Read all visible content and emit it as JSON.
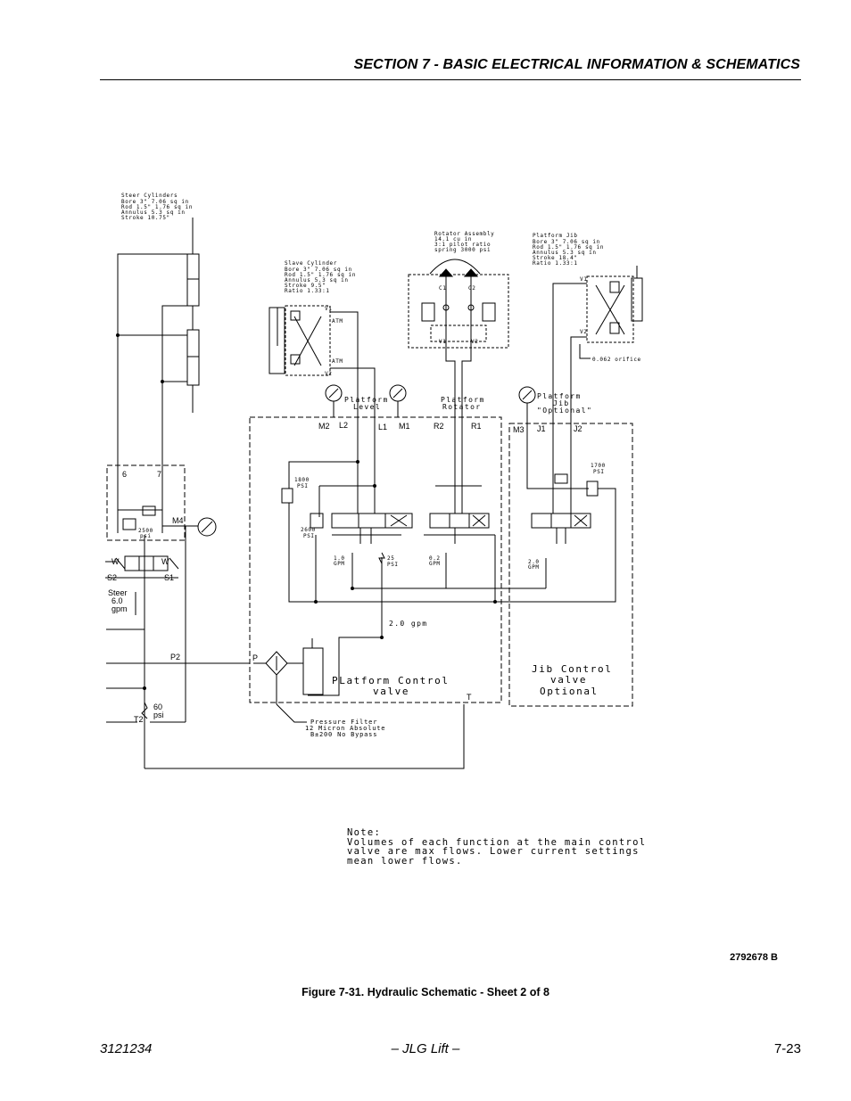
{
  "header": {
    "section_title": "SECTION 7 - BASIC ELECTRICAL INFORMATION & SCHEMATICS"
  },
  "schematic": {
    "steer_cylinders": {
      "title": "Steer Cylinders",
      "rows": [
        "Bore     3\"     7.06 sq in",
        "Rod     1.5\"  1.76 sq in",
        "Annulus      5.3 sq in",
        "Stroke       10.75\""
      ]
    },
    "slave_cylinder": {
      "title": "Slave Cylinder",
      "rows": [
        "Bore     3\"     7.06 sq in",
        "Rod     1.5\"  1.76 sq in",
        "Annulus      5.3 sq in",
        "Stroke        9.5\"",
        "Ratio          1.33:1"
      ]
    },
    "rotator_assembly": {
      "rows": [
        "Rotator Assembly",
        "14.1 cu in",
        "3:1 pilot ratio",
        "spring 3000 psi"
      ]
    },
    "platform_jib": {
      "title": "Platform Jib",
      "rows": [
        "Bore     3\"     7.06 sq in",
        "Rod     1.5\"  1.76 sq in",
        "Annulus       5.3 sq in",
        "Stroke       18.4\"",
        "Ratio          1.33:1"
      ]
    },
    "labels": {
      "v1_slave": "V1",
      "v2_slave": "V2",
      "atm_top": "ATM",
      "atm_bottom": "ATM",
      "c1": "C1",
      "c2": "C2",
      "v1_rot": "V1",
      "v2_rot": "V2",
      "v1_jib": "V1",
      "v2_jib": "V2",
      "orifice": "0.062 orifice",
      "platform_level_1": "Platform",
      "platform_level_2": "Level",
      "platform_rotator_1": "Platform",
      "platform_rotator_2": "Rotator",
      "platform_jib_1": "Platform",
      "platform_jib_2": "Jib",
      "platform_jib_3": "\"Optional\"",
      "m2": "M2",
      "l2": "L2",
      "l1": "L1",
      "m1": "M1",
      "r2": "R2",
      "r1": "R1",
      "m3": "M3",
      "j1": "J1",
      "j2": "J2",
      "m4": "M4",
      "port_6": "6",
      "port_7": "7",
      "psi_1800_a": "1800",
      "psi_1800_b": "PSI",
      "psi_2600_a": "2600",
      "psi_2600_b": "PSI",
      "psi_1700_a": "1700",
      "psi_1700_b": "PSI",
      "psi_2500_a": "2500",
      "psi_2500_b": "psi",
      "gpm_10_a": "1.0",
      "gpm_10_b": "GPM",
      "psi_25_a": "25",
      "psi_25_b": "PSI",
      "gpm_02_a": "0.2",
      "gpm_02_b": "GPM",
      "gpm_20_a": "2.0",
      "gpm_20_b": "GPM",
      "gpm_2_0_main": "2.0 gpm",
      "w_left": "W",
      "w_right": "W",
      "s2": "S2",
      "s1": "S1",
      "steer_1": "Steer",
      "steer_2": "6.0",
      "steer_3": "gpm",
      "p2": "P2",
      "p": "P",
      "t": "T",
      "t2": "T2",
      "psi_60_a": "60",
      "psi_60_b": "psi",
      "pcv_1": "PLatform Control",
      "pcv_2": "valve",
      "jcv_1": "Jib Control",
      "jcv_2": "valve",
      "jcv_3": "Optional",
      "filter_1": "Pressure Filter",
      "filter_2": "12 Micron Absolute",
      "filter_3": "B±200 No Bypass"
    },
    "note": {
      "line1": "Note:",
      "line2": "Volumes of each function at the main control",
      "line3": "valve are max flows. Lower current settings",
      "line4": "mean lower flows."
    }
  },
  "drawing_number": "2792678 B",
  "figure_caption": "Figure 7-31.  Hydraulic Schematic - Sheet 2 of 8",
  "footer": {
    "doc_number": "3121234",
    "publisher": "– JLG Lift –",
    "page_number": "7-23"
  }
}
